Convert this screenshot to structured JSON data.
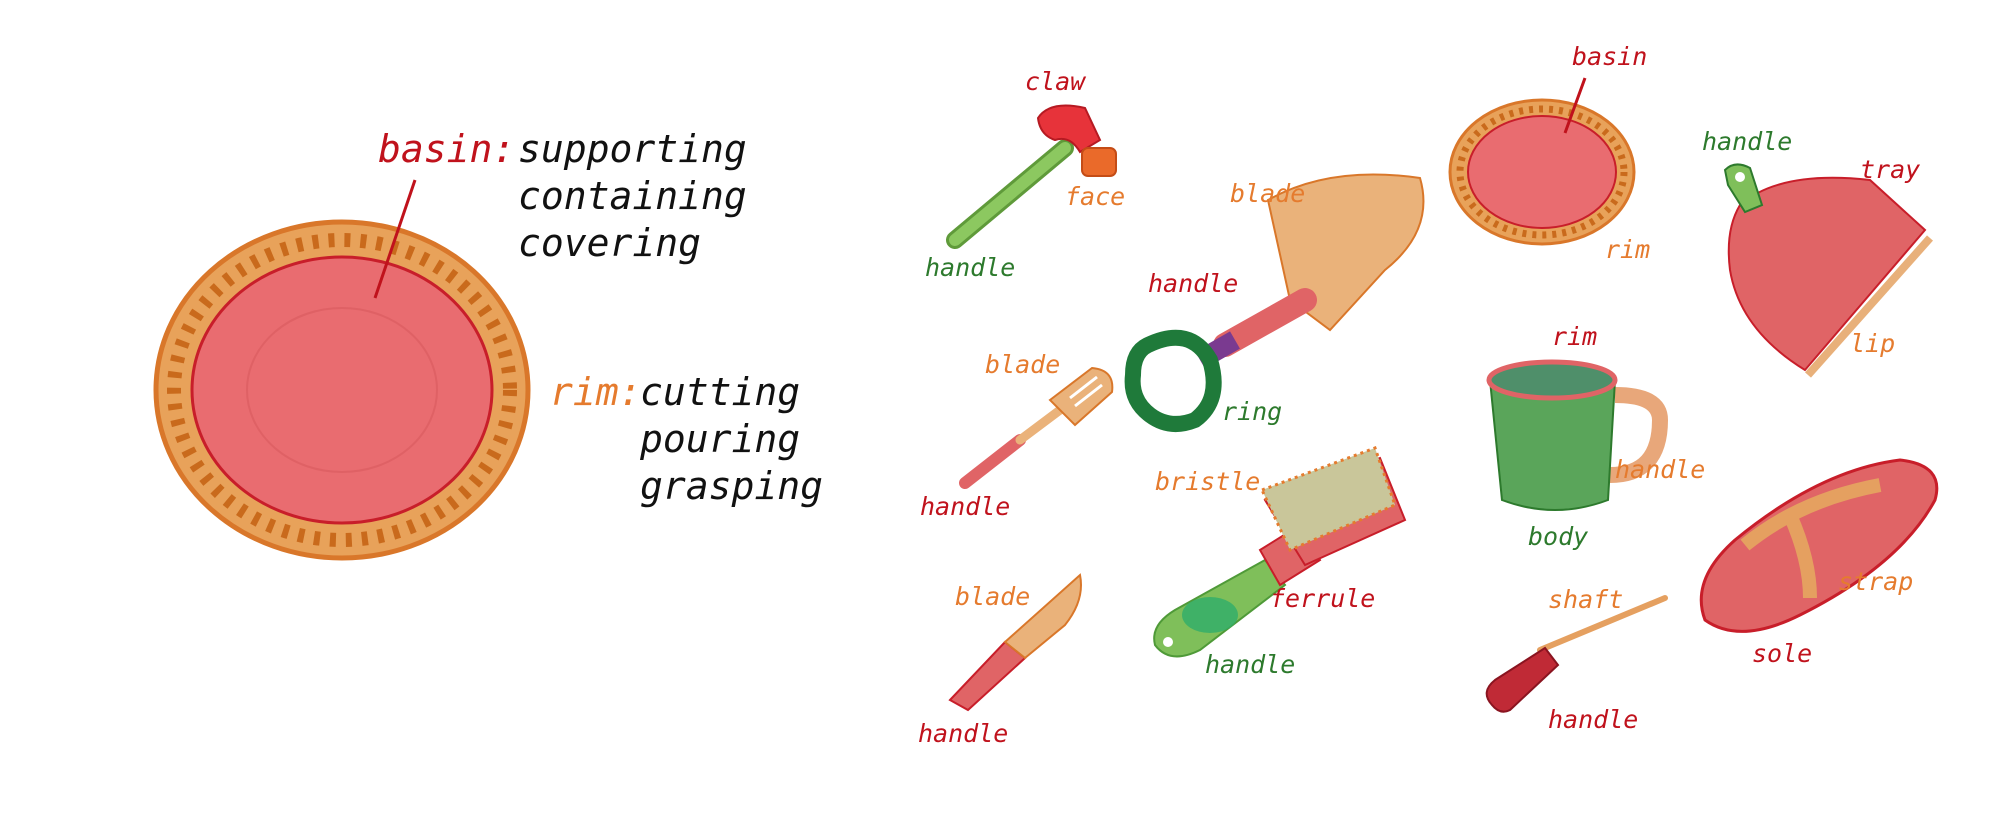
{
  "colors": {
    "red_label": "#c0121c",
    "orange_label": "#e57b2e",
    "green_label": "#2d7a2d",
    "red_part": "#e06466",
    "orange_part": "#eab27a",
    "green_part": "#7fbf5a"
  },
  "main": {
    "basin_label": "basin:",
    "basin_affordances": [
      "supporting",
      "containing",
      "covering"
    ],
    "rim_label": "rim:",
    "rim_affordances": [
      "cutting",
      "pouring",
      "grasping"
    ]
  },
  "objects": {
    "hammer": {
      "claw": "claw",
      "face": "face",
      "handle": "handle"
    },
    "spatula": {
      "blade": "blade",
      "handle": "handle"
    },
    "knife": {
      "blade": "blade",
      "handle": "handle"
    },
    "shovel": {
      "blade": "blade",
      "handle": "handle",
      "ring": "ring"
    },
    "brush": {
      "bristle": "bristle",
      "ferrule": "ferrule",
      "handle": "handle"
    },
    "small_plate": {
      "basin": "basin",
      "rim": "rim"
    },
    "mug": {
      "rim": "rim",
      "handle": "handle",
      "body": "body"
    },
    "screwdriver": {
      "shaft": "shaft",
      "handle": "handle"
    },
    "dustpan": {
      "handle": "handle",
      "tray": "tray",
      "lip": "lip"
    },
    "sandal": {
      "strap": "strap",
      "sole": "sole"
    }
  }
}
